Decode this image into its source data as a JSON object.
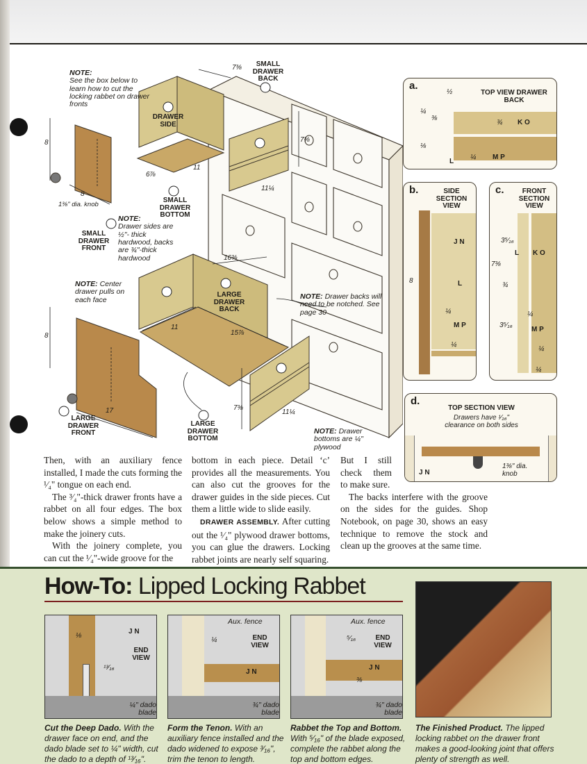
{
  "figure": {
    "notes": {
      "box_note_head": "NOTE:",
      "box_note": "See the box below to learn how to cut the locking rabbet on drawer fronts",
      "sides_note_head": "NOTE:",
      "sides_note": "Drawer sides are ½\"- thick hardwood, backs are ¾\"-thick hardwood",
      "pulls_note_head": "NOTE:",
      "pulls_note": "Center drawer pulls on each face",
      "backs_note_head": "NOTE:",
      "backs_note": "Drawer backs will need to be notched. See page 30",
      "bottoms_note_head": "NOTE:",
      "bottoms_note": "Drawer bottoms are ¼\" plywood"
    },
    "labels": {
      "small_back": "SMALL DRAWER BACK",
      "drawer_side": "DRAWER SIDE",
      "small_bottom": "SMALL DRAWER BOTTOM",
      "small_front": "SMALL DRAWER FRONT",
      "knob": "1⅜\" dia. knob",
      "large_back": "LARGE DRAWER BACK",
      "large_front": "LARGE DRAWER FRONT",
      "large_bottom": "LARGE DRAWER BOTTOM"
    },
    "dims": {
      "d1": "7⅜",
      "d2": "6⅞",
      "d3": "11",
      "d4": "11¼",
      "d5": "7⅜",
      "d6": "8",
      "d7": "8",
      "d8": "16⅜",
      "d9": "11",
      "d10": "15⅞",
      "d11": "8",
      "d12": "17",
      "d13": "7⅜",
      "d14": "11¼"
    },
    "callouts": {
      "L": "L",
      "N": "N",
      "O": "O",
      "P": "P",
      "K": "K",
      "M": "M",
      "J": "J"
    }
  },
  "details": {
    "a": {
      "letter": "a.",
      "title": "TOP VIEW DRAWER BACK",
      "dims": [
        "½",
        "¼",
        "⅜",
        "⅛",
        "¼",
        "¾"
      ],
      "callouts": [
        "K O",
        "M P",
        "L"
      ]
    },
    "b": {
      "letter": "b.",
      "title": "SIDE SECTION VIEW",
      "dims": [
        "8",
        "¼",
        "¼"
      ],
      "callouts": [
        "J N",
        "L",
        "M P"
      ]
    },
    "c": {
      "letter": "c.",
      "title": "FRONT SECTION VIEW",
      "dims": [
        "3⁵⁄₁₆",
        "7⅜",
        "¾",
        "¼",
        "3⁵⁄₁₆",
        "¼",
        "¼"
      ],
      "callouts": [
        "L",
        "K O",
        "M P"
      ]
    },
    "d": {
      "letter": "d.",
      "title": "TOP SECTION VIEW",
      "subtitle": "Drawers have ¹⁄₁₆\" clearance on both sides",
      "knob": "1⅜\" dia. knob",
      "callout": "J N"
    }
  },
  "body_text": {
    "col1_p1": "Then, with an auxiliary fence installed, I made the cuts forming the ¹⁄₄\" tongue on each end.",
    "col1_p2": "The ³⁄₄\"-thick drawer fronts have a rabbet on all four edges. The box below shows a simple method to make the joinery cuts.",
    "col1_p3": "With the joinery complete, you can cut the ¹⁄₄\"-wide groove for the",
    "col2_p1": "bottom in each piece. Detail ‘c’ provides all the measurements. You can also cut the grooves for the drawer guides in the side pieces. Cut them a little wide to slide easily.",
    "col2_head": "DRAWER ASSEMBLY.",
    "col2_p2": " After cutting out the ¹⁄₄\" plywood drawer bottoms, you can glue the drawers. Locking rabbet joints are nearly self squaring.",
    "col3_p1a": "But I still check them to make sure.",
    "col3_p1b": "The backs interfere with the groove on the sides for the guides. Shop Notebook, on page 30, shows an easy technique to remove the stock and clean up the grooves at the same time."
  },
  "howto": {
    "title_prefix": "How-To:",
    "title_rest": " Lipped Locking Rabbet",
    "steps": [
      {
        "head": "Cut the Deep Dado.",
        "text": " With the drawer face on end, and the dado blade set to ¼\" width, cut the dado to a depth of ¹³⁄₁₆\".",
        "labels": [
          "⅛",
          "END VIEW",
          "¹³⁄₁₆",
          "¼\" dado blade",
          "J N"
        ]
      },
      {
        "head": "Form the Tenon.",
        "text": " With an auxiliary fence installed and the dado widened to expose ³⁄₁₆\", trim the tenon to length.",
        "labels": [
          "Aux. fence",
          "¼",
          "END VIEW",
          "J N",
          "¾\" dado blade"
        ]
      },
      {
        "head": "Rabbet the Top and Bottom.",
        "text": " With ⁵⁄₁₆\" of the blade exposed, complete the rabbet along the top and bottom edges.",
        "labels": [
          "Aux. fence",
          "⁵⁄₁₆",
          "END VIEW",
          "⅜",
          "J N",
          "¾\" dado blade"
        ]
      },
      {
        "head": "The Finished Product.",
        "text": " The lipped locking rabbet on the drawer front makes a good-looking joint that offers plenty of strength as well."
      }
    ]
  }
}
